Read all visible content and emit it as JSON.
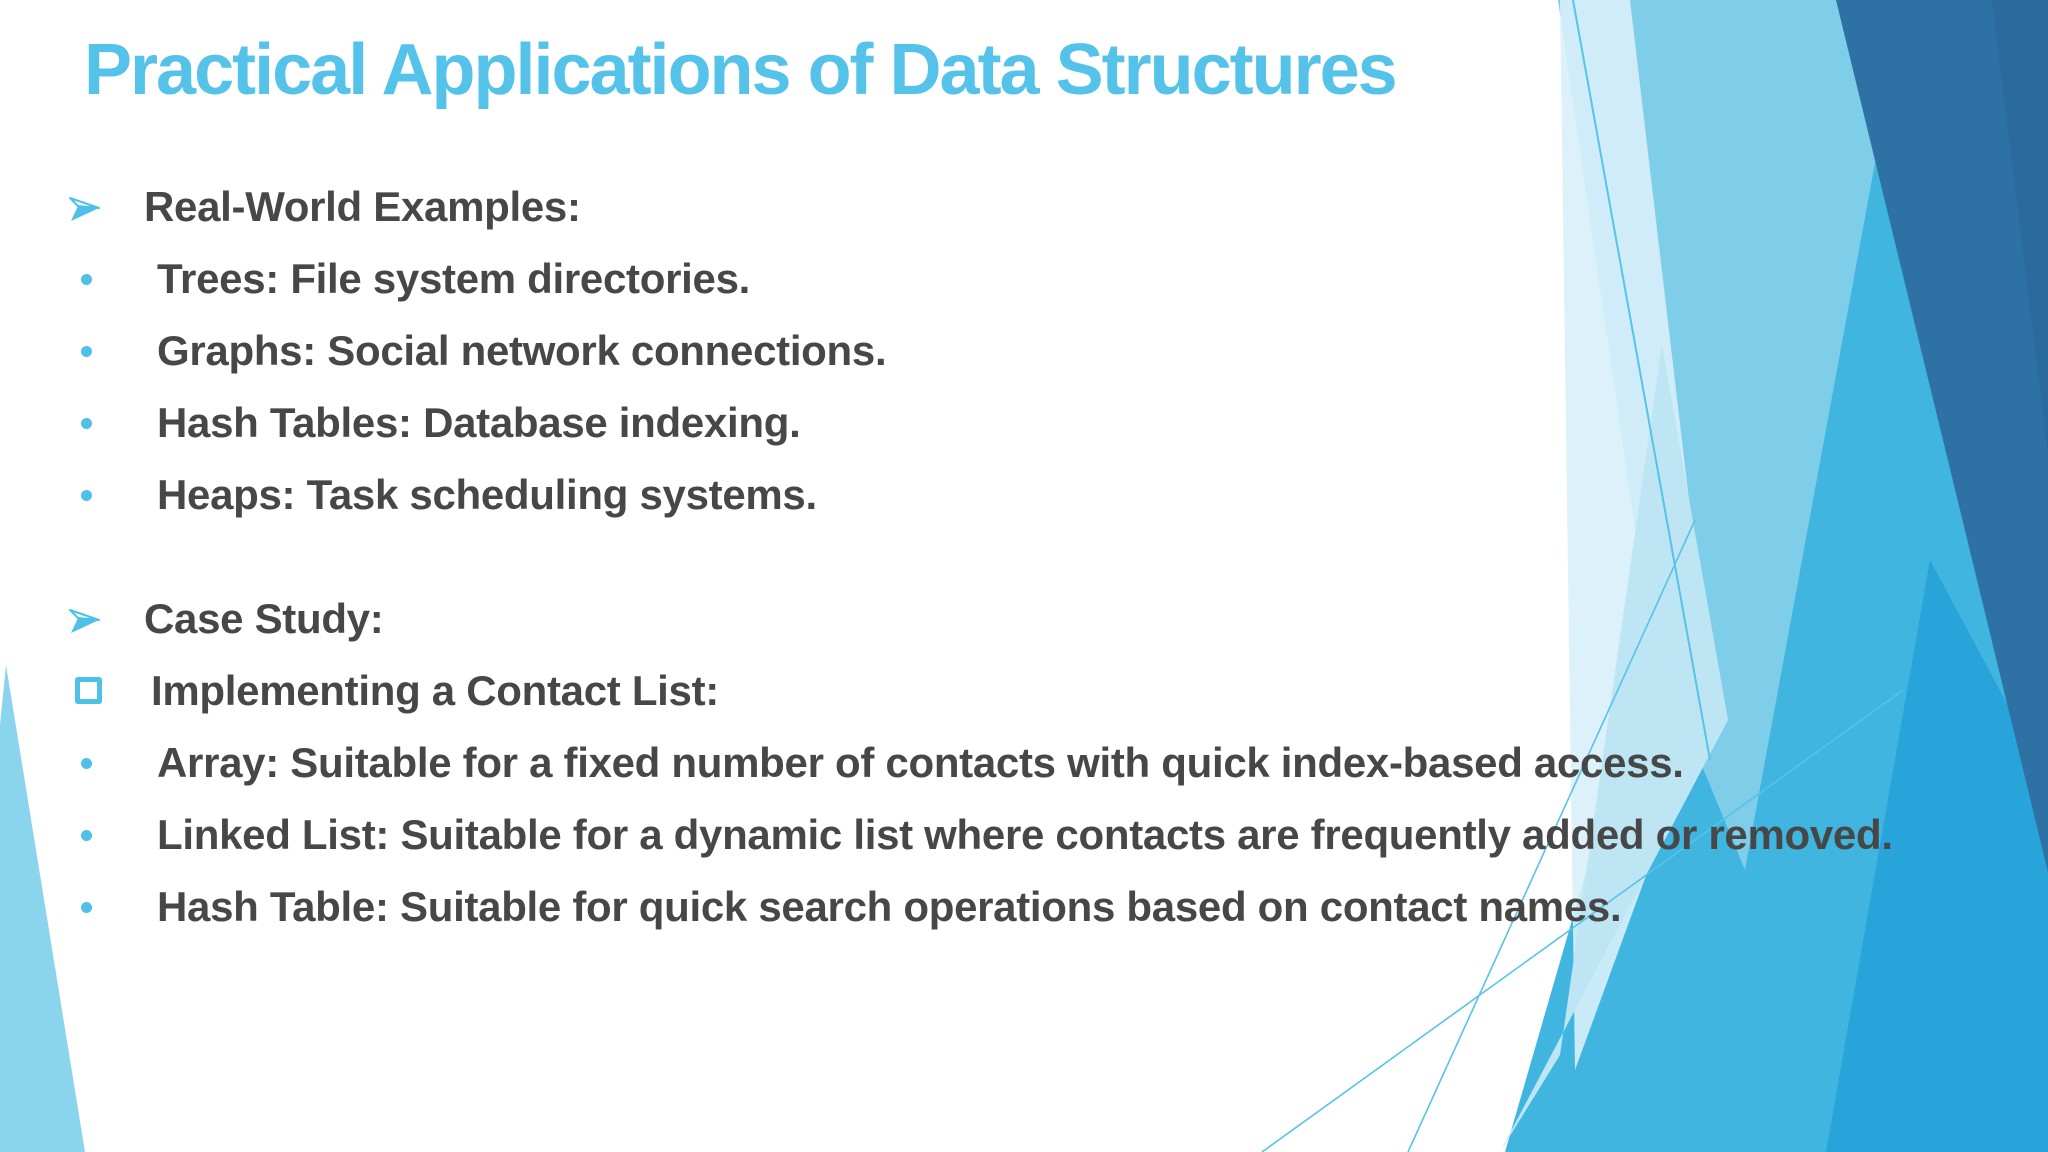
{
  "slide": {
    "title": "Practical Applications of Data Structures",
    "groups": [
      {
        "items": [
          {
            "bullet": "arrow",
            "text": "Real-World Examples:"
          },
          {
            "bullet": "dot",
            "text": "Trees: File system directories."
          },
          {
            "bullet": "dot",
            "text": "Graphs: Social network connections."
          },
          {
            "bullet": "dot",
            "text": "Hash Tables: Database indexing."
          },
          {
            "bullet": "dot",
            "text": "Heaps: Task scheduling systems."
          }
        ]
      },
      {
        "items": [
          {
            "bullet": "arrow",
            "text": "Case Study:"
          },
          {
            "bullet": "square",
            "text": "Implementing a Contact List:"
          },
          {
            "bullet": "dot",
            "text": "Array: Suitable for a fixed number of contacts with quick index-based access."
          },
          {
            "bullet": "dot",
            "text": "Linked List: Suitable for a dynamic list where contacts are frequently added or removed."
          },
          {
            "bullet": "dot",
            "text": "Hash Table: Suitable for quick search operations based on contact names."
          }
        ]
      }
    ],
    "colors": {
      "title": "#55C3E9",
      "body_text": "#474747",
      "bullet": "#4FC0E7",
      "facet_light": "#7ECDE9",
      "facet_medium": "#3FB5E0",
      "facet_cyan": "#28A4DA",
      "facet_dark": "#2E71A4",
      "facet_darker": "#2A6A9D",
      "facet_pale": "#BEE5F4",
      "facet_palest": "#D8F0FA",
      "hairline": "#56C3E8",
      "left_wedge": "#8BD4ED"
    }
  }
}
